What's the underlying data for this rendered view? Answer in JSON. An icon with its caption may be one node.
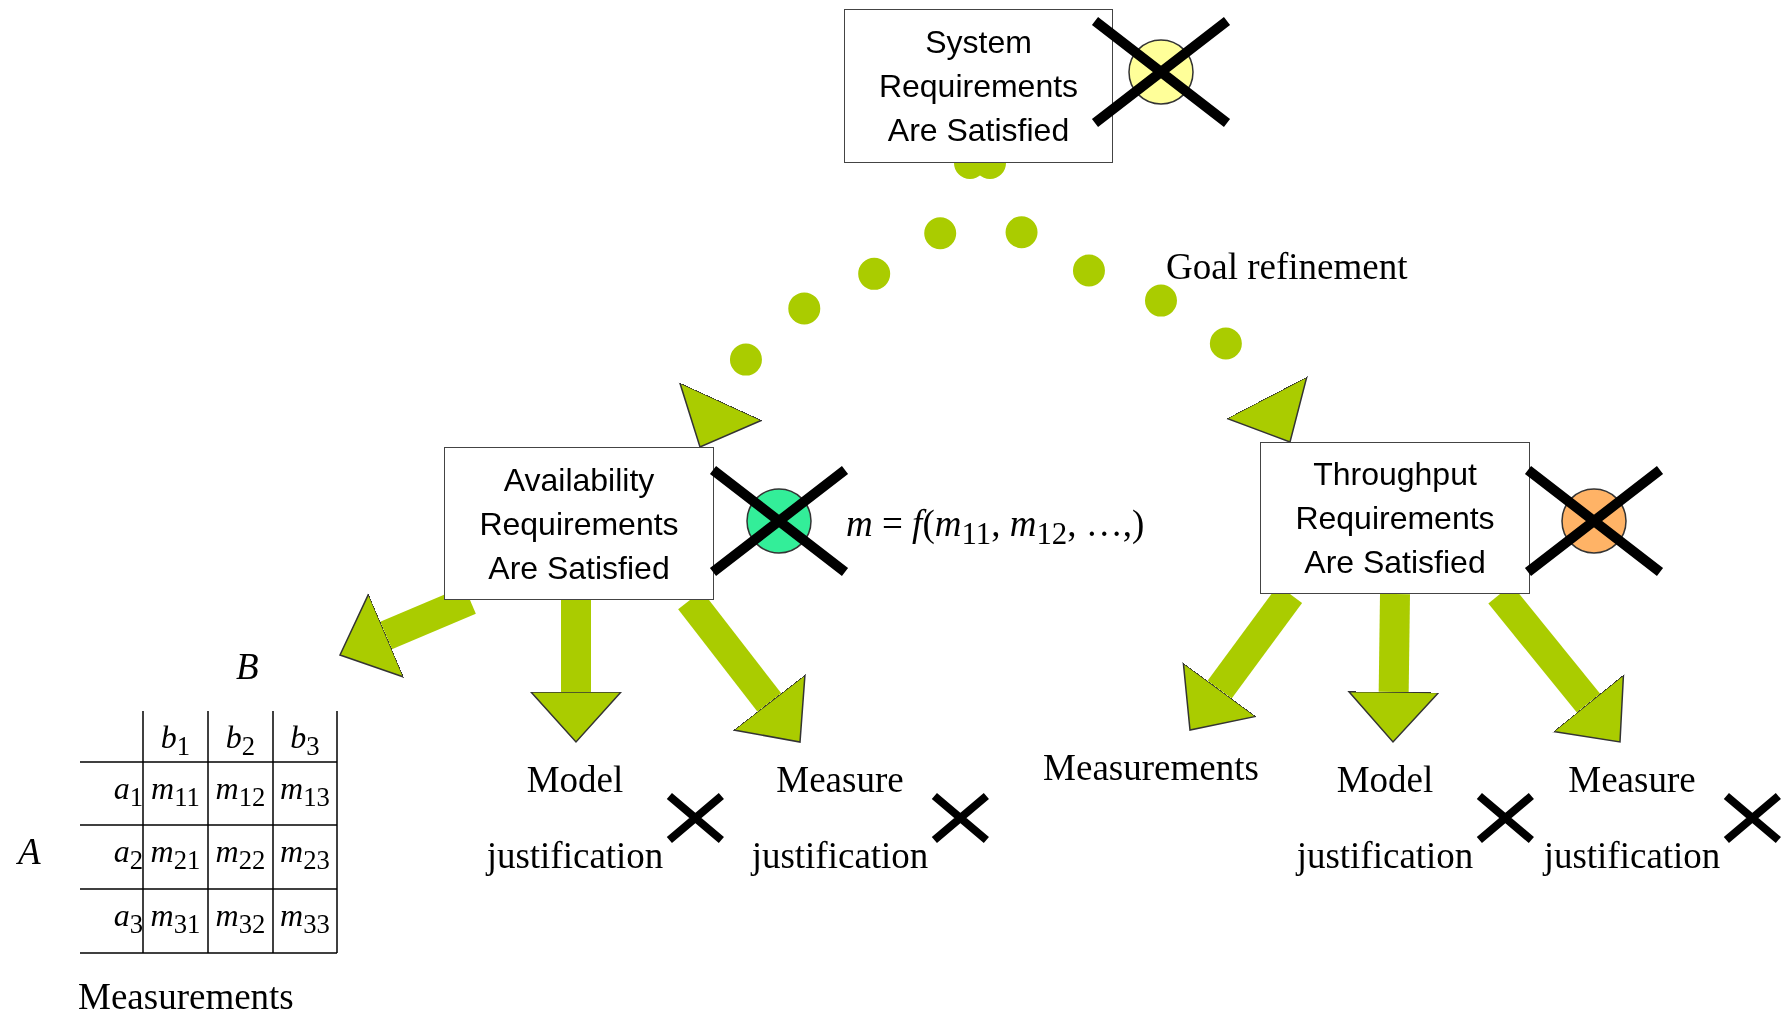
{
  "diagram": {
    "nodes": [
      {
        "text": [
          "System Requirements Are Satisfied"
        ]
      },
      {
        "text": [
          "Availability Requirements Are Satisfied"
        ]
      },
      {
        "text": [
          "Throughput Requirements Are Satisfied"
        ]
      },
      {
        "text": [
          "Model justification"
        ]
      },
      {
        "text": [
          "Measure justification"
        ]
      },
      {
        "text": [
          "Measurements"
        ]
      },
      {
        "text": [
          "Model justification"
        ]
      },
      {
        "text": [
          "Measure justification"
        ]
      },
      {
        "text": [
          "Measurements"
        ]
      }
    ],
    "edges": [
      {
        "from": 0,
        "to": 1,
        "arrow": "to",
        "style": "dashed"
      },
      {
        "from": 0,
        "to": 2,
        "arrow": "to",
        "style": "dashed"
      },
      {
        "from": 1,
        "to": 8,
        "arrow": "to"
      },
      {
        "from": 1,
        "to": 3,
        "arrow": "to"
      },
      {
        "from": 1,
        "to": 4,
        "arrow": "to"
      },
      {
        "from": 2,
        "to": 5,
        "arrow": "to"
      },
      {
        "from": 2,
        "to": 6,
        "arrow": "to"
      },
      {
        "from": 2,
        "to": 7,
        "arrow": "to"
      }
    ],
    "labels": [
      "Goal refinement",
      "*m* = *f*(*m*$_{11}$, *m*$_{12}$, …,)",
      "B",
      "*b*$_{1}$",
      "*b*$_{2}$",
      "*b*$_{3}$",
      "*a*$_{1}$",
      "*m*$_{11}$",
      "*m*$_{12}$",
      "*m*$_{13}$",
      "*a*$_{2}$",
      "*m*$_{21}$",
      "*m*$_{22}$",
      "*m*$_{23}$",
      "*a*$_{3}$",
      "*m*$_{31}$",
      "*m*$_{32}$",
      "*m*$_{33}$",
      "A"
    ]
  }
}
